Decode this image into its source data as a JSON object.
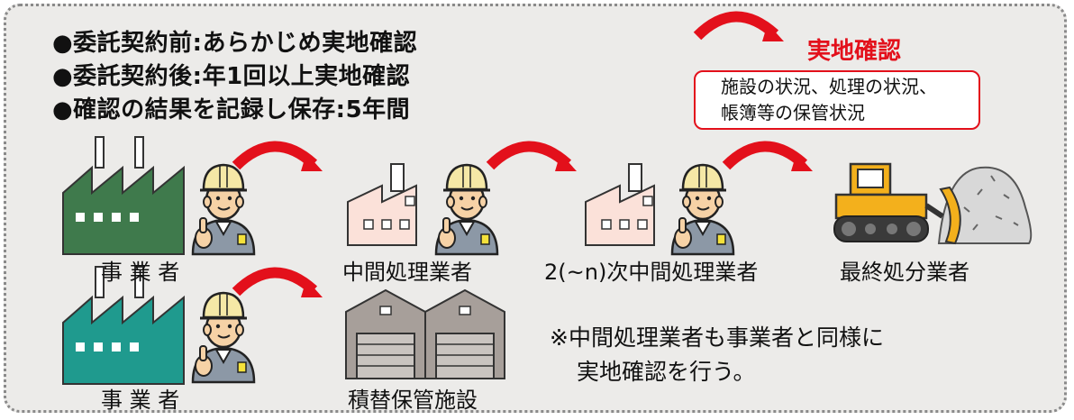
{
  "bullets": [
    "●委託契約前:あらかじめ実地確認",
    "●委託契約後:年1回以上実地確認",
    "●確認の結果を記録し保存:5年間"
  ],
  "jitchi": {
    "title": "実地確認",
    "lines": [
      "施設の状況、処理の状況、",
      "帳簿等の保管状況"
    ]
  },
  "labels": {
    "row1": [
      "事 業 者",
      "中間処理業者",
      "2(~n)次中間処理業者",
      "最終処分業者"
    ],
    "row2": [
      "事 業 者",
      "積替保管施設"
    ]
  },
  "note": [
    "※中間処理業者も事業者と同様に",
    "実地確認を行う。"
  ],
  "colors": {
    "arrow": "#e3101b",
    "factory_dark": "#3f7a4c",
    "factory_teal": "#1f9a8e",
    "building_pink": "#fbe1d9",
    "warehouse": "#a79f9a",
    "bulldozer": "#f3b01c"
  }
}
